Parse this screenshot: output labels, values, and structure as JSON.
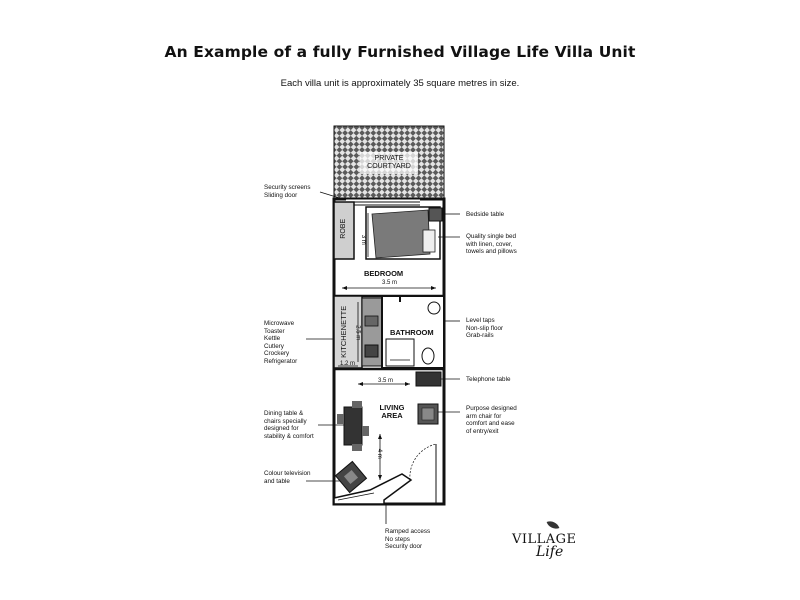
{
  "header": {
    "title": "An Example of a fully Furnished Village Life Villa Unit",
    "subtitle": "Each villa unit is approximately 35 square metres in size."
  },
  "rooms": {
    "courtyard": "PRIVATE\nCOURTYARD",
    "robe": "ROBE",
    "bedroom": "BEDROOM",
    "kitchenette": "KITCHENETTE",
    "bathroom": "BATHROOM",
    "living": "LIVING\nAREA"
  },
  "dimensions": {
    "bed_height": "3 m",
    "bedroom_width": "3.5 m",
    "kitchen_height": "2.5 m",
    "kitchen_width": "1.2 m",
    "living_width": "3.5 m",
    "living_height": "4 m"
  },
  "annotations": {
    "left": {
      "security": "Security screens\nSliding door",
      "kitchen": "Microwave\nToaster\nKettle\nCutlery\nCrockery\nRefrigerator",
      "dining": "Dining table &\nchairs specially\ndesigned for\nstability & comfort",
      "tv": "Colour television\nand table"
    },
    "right": {
      "bedside": "Bedside table",
      "bed": "Quality single bed\nwith linen, cover,\ntowels and pillows",
      "bathroom": "Level taps\nNon-slip floor\nGrab-rails",
      "telephone": "Telephone table",
      "armchair": "Purpose designed\narm chair for\ncomfort and ease\nof entry/exit"
    },
    "bottom": {
      "entry": "Ramped access\nNo steps\nSecurity door"
    }
  },
  "logo": {
    "word": "VILLAGE",
    "sub": "Life"
  }
}
